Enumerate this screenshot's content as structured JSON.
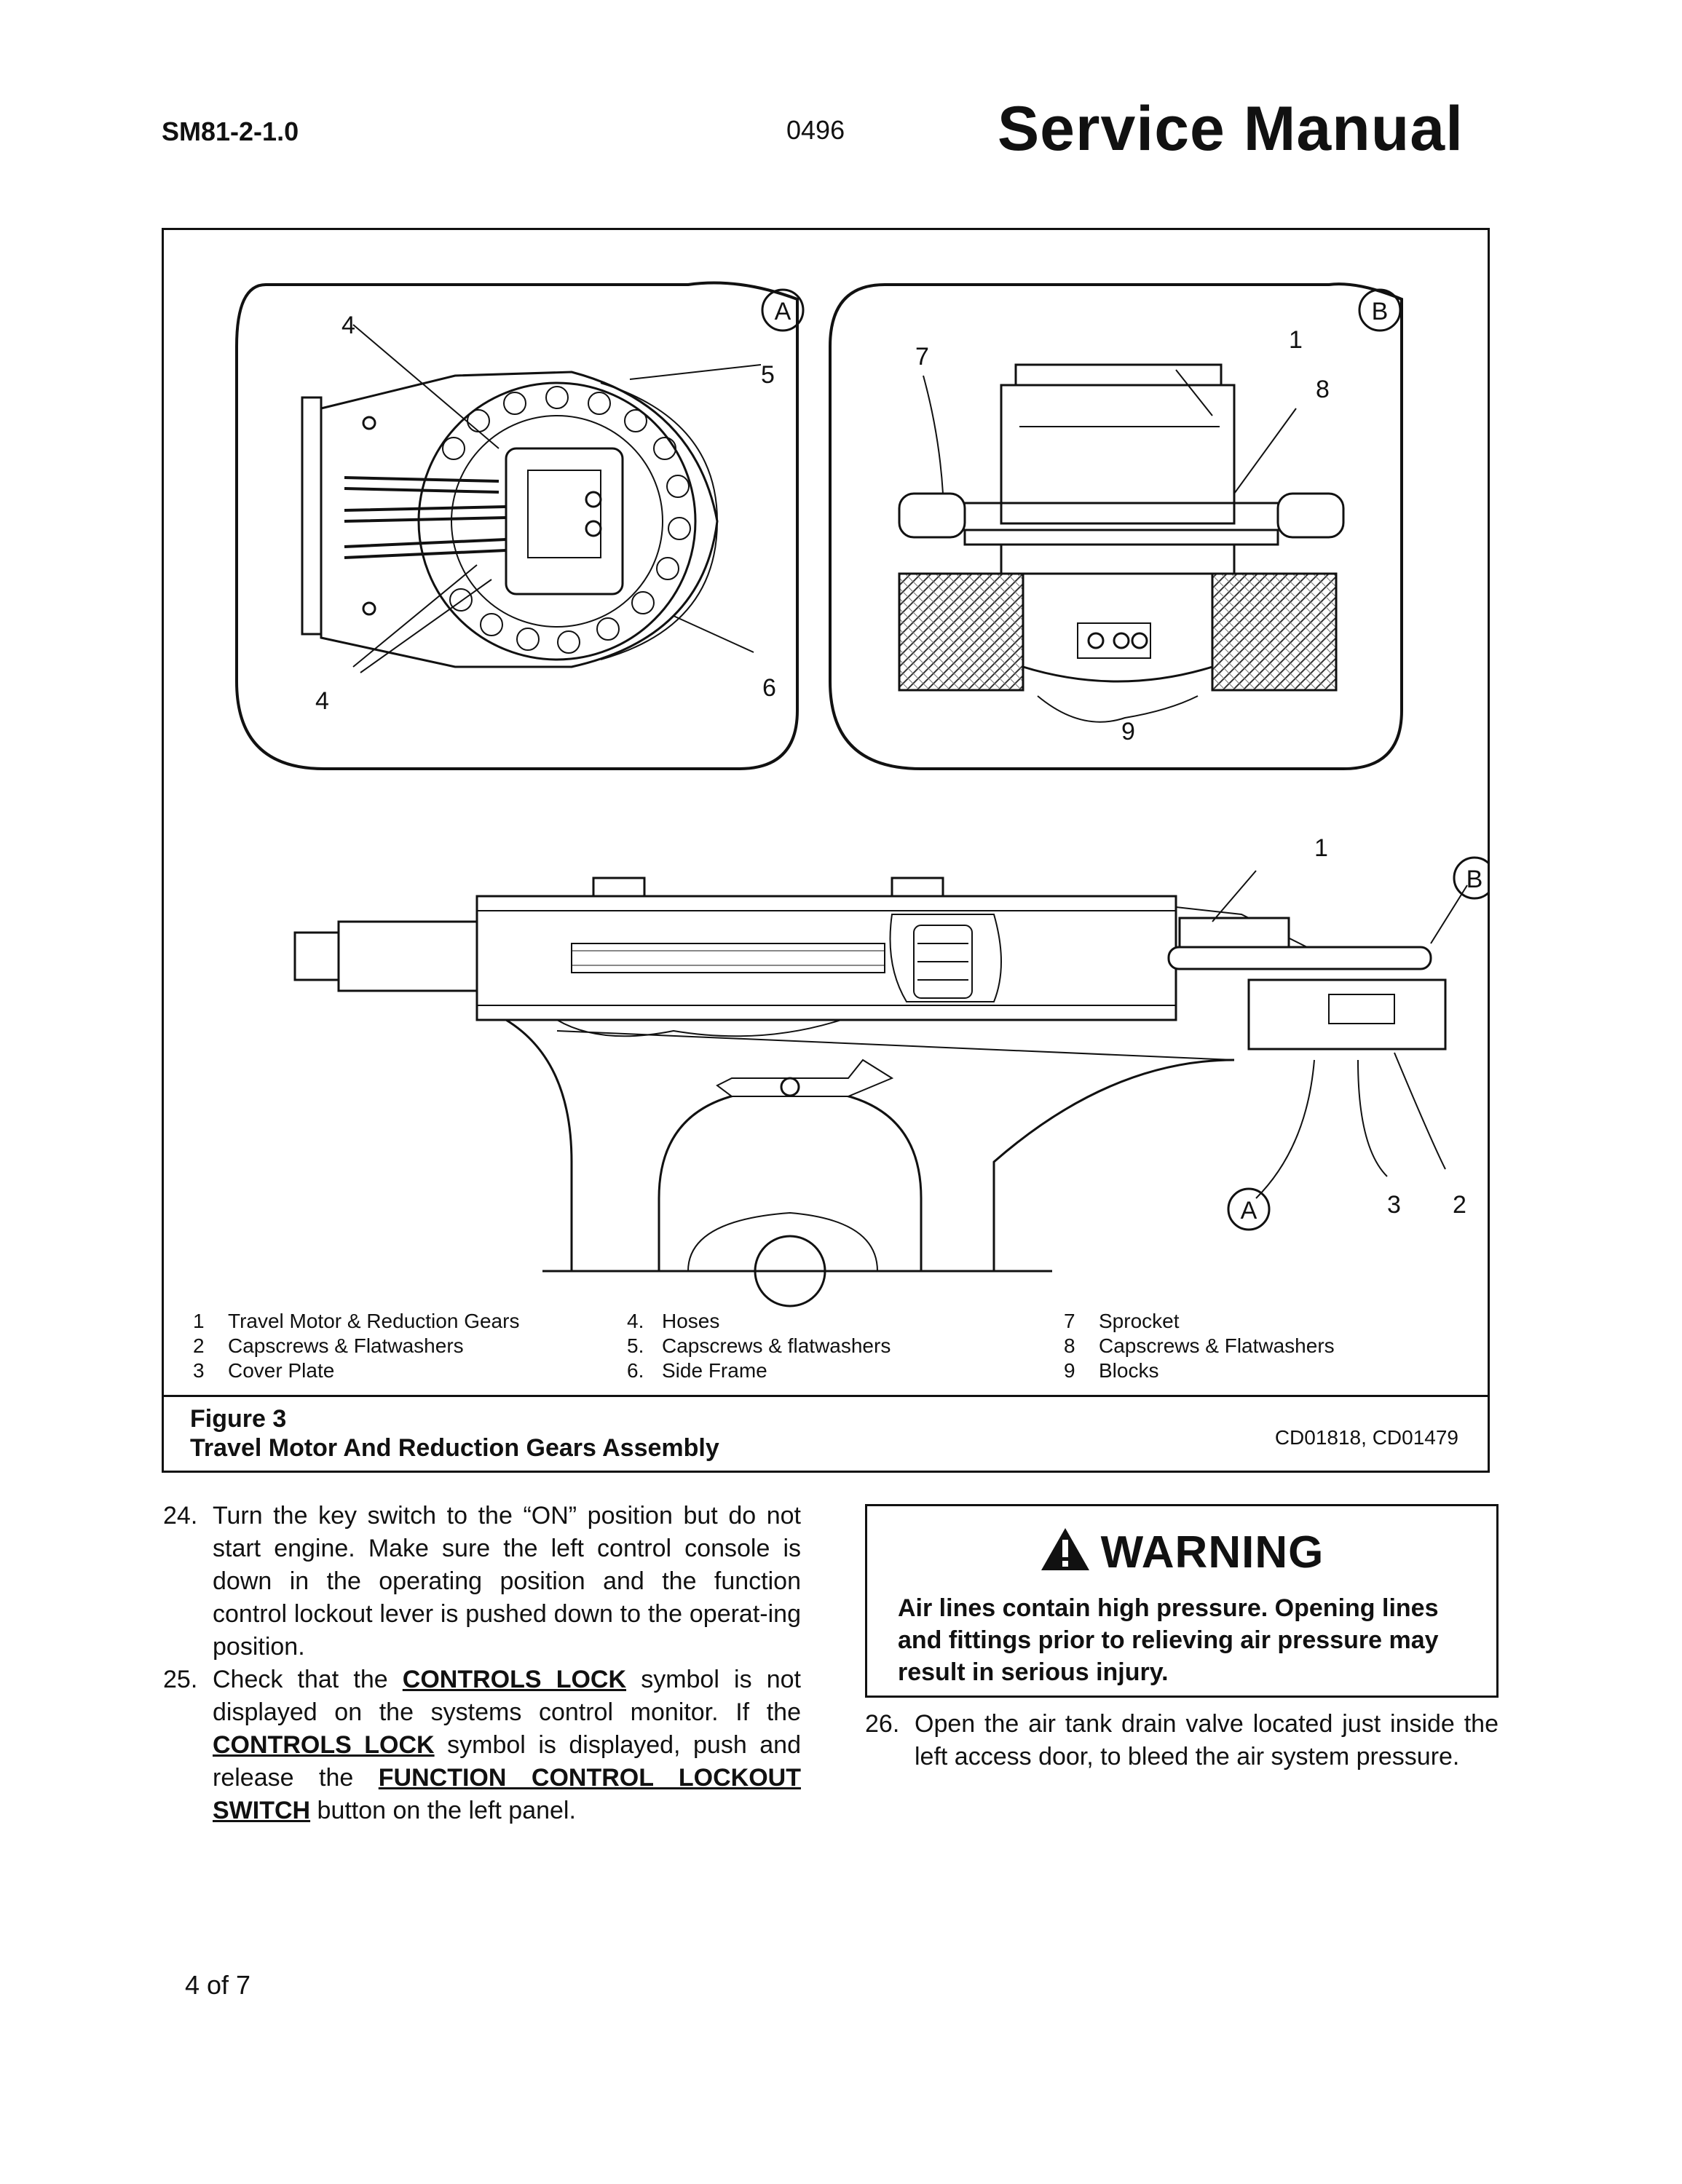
{
  "header": {
    "doc_number": "SM81-2-1.0",
    "date_code": "0496",
    "title": "Service Manual"
  },
  "figure": {
    "callouts": {
      "a_panel": [
        "A",
        "4",
        "5",
        "4",
        "6"
      ],
      "b_panel": [
        "B",
        "7",
        "1",
        "8",
        "9"
      ],
      "main": [
        "1",
        "B",
        "A",
        "3",
        "2"
      ]
    },
    "legend": [
      [
        {
          "num": "1",
          "text": "Travel Motor & Reduction Gears"
        },
        {
          "num": "2",
          "text": "Capscrews & Flatwashers"
        },
        {
          "num": "3",
          "text": "Cover Plate"
        }
      ],
      [
        {
          "num": "4.",
          "text": "Hoses"
        },
        {
          "num": "5.",
          "text": "Capscrews & flatwashers"
        },
        {
          "num": "6.",
          "text": "Side Frame"
        }
      ],
      [
        {
          "num": "7",
          "text": "Sprocket"
        },
        {
          "num": "8",
          "text": "Capscrews & Flatwashers"
        },
        {
          "num": "9",
          "text": "Blocks"
        }
      ]
    ],
    "caption_label": "Figure 3",
    "caption_title": "Travel Motor And Reduction Gears Assembly",
    "drawing_codes": "CD01818, CD01479"
  },
  "steps": {
    "s24": {
      "n": "24.",
      "text": "Turn the key switch to the “ON” position but do not start engine. Make sure the left control console is down in the operating position and the function control lockout lever is pushed down to the operat-ing position."
    },
    "s25": {
      "n": "25.",
      "p1": "Check that the ",
      "k1": "CONTROLS LOCK",
      "p2": " symbol is not displayed on the systems control monitor. If the ",
      "k2": "CONTROLS LOCK",
      "p3": " symbol is displayed, push and release the ",
      "k3": "FUNCTION CONTROL LOCKOUT SWITCH",
      "p4": " button on the left panel."
    },
    "s26": {
      "n": "26.",
      "text": "Open the air tank drain valve located just inside the left access door, to bleed the air system pressure."
    }
  },
  "warning": {
    "title": "WARNING",
    "text": "Air lines contain high pressure. Opening lines and fittings prior to relieving air pressure may result in serious injury.",
    "icon": "warning-triangle-icon"
  },
  "footer": {
    "page": "4 of 7"
  }
}
